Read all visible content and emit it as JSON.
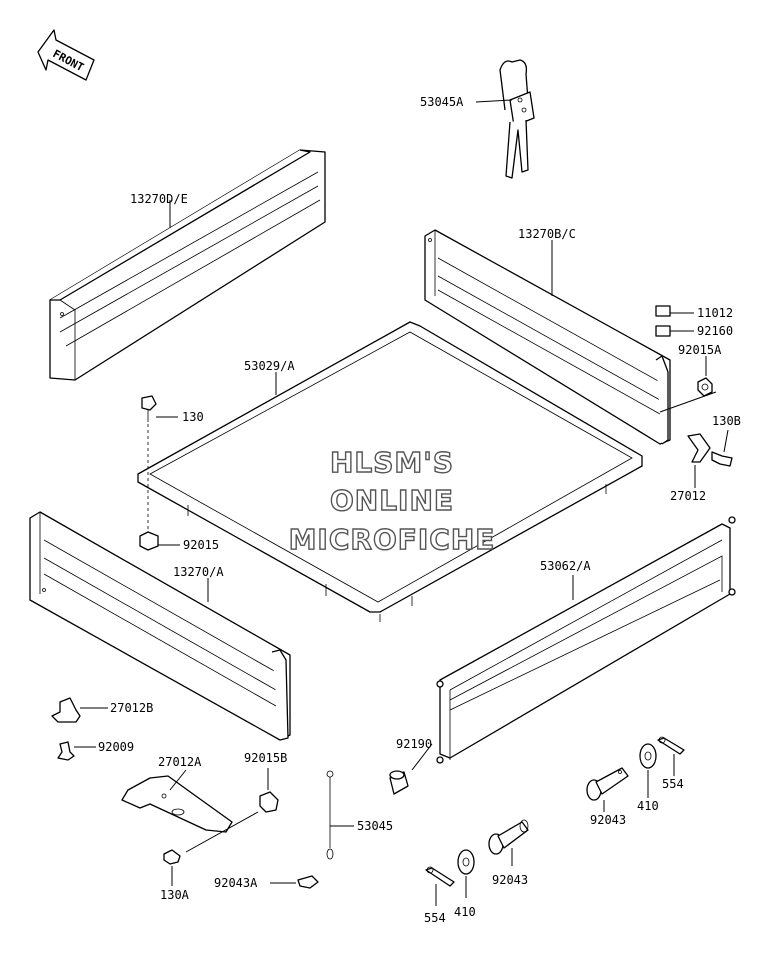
{
  "front_label": "FRONT",
  "watermark": {
    "line1": "HLSM'S",
    "line2": "ONLINE",
    "line3": "MICROFICHE"
  },
  "parts": {
    "p53045A": "53045A",
    "p13270DE": "13270D/E",
    "p13270BC": "13270B/C",
    "p11012": "11012",
    "p92160": "92160",
    "p92015A": "92015A",
    "p53029A": "53029/A",
    "p130": "130",
    "p130B": "130B",
    "p27012": "27012",
    "p92015": "92015",
    "p13270A": "13270/A",
    "p53062A": "53062/A",
    "p27012B": "27012B",
    "p92009": "92009",
    "p27012A": "27012A",
    "p92015B": "92015B",
    "p92190": "92190",
    "p554a": "554",
    "p410a": "410",
    "p92043a": "92043",
    "p53045": "53045",
    "p92043A": "92043A",
    "p130A": "130A",
    "p554b": "554",
    "p410b": "410",
    "p92043b": "92043"
  }
}
